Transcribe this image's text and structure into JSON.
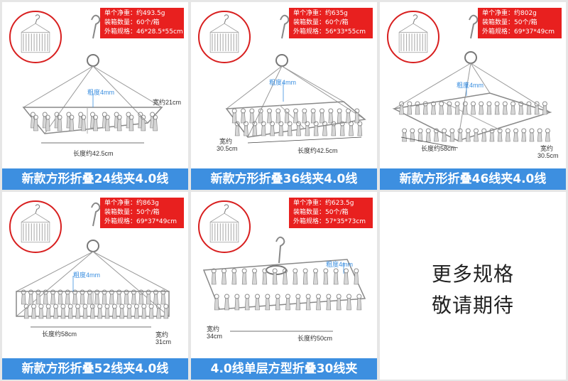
{
  "products": [
    {
      "title": "新款方形折叠24线夹4.0线",
      "specs": [
        "单个净重：约493.5g",
        "装箱数量：60个/箱",
        "外箱规格：46*28.5*55cm"
      ],
      "thickness": "粗度4mm",
      "length": "长度约42.5cm",
      "width_lines": [
        "宽约21cm"
      ]
    },
    {
      "title": "新款方形折叠36线夹4.0线",
      "specs": [
        "单个净重：约635g",
        "装箱数量：60个/箱",
        "外箱规格：56*33*55cm"
      ],
      "thickness": "粗度4mm",
      "length": "长度约42.5cm",
      "width_lines": [
        "宽约",
        "30.5cm"
      ]
    },
    {
      "title": "新款方形折叠46线夹4.0线",
      "specs": [
        "单个净重：约802g",
        "装箱数量：50个/箱",
        "外箱规格：69*37*49cm"
      ],
      "thickness": "粗度4mm",
      "length": "长度约58cm",
      "width_lines": [
        "宽约",
        "30.5cm"
      ]
    },
    {
      "title": "新款方形折叠52线夹4.0线",
      "specs": [
        "单个净重：约863g",
        "装箱数量：50个/箱",
        "外箱规格：69*37*49cm"
      ],
      "thickness": "粗度4mm",
      "length": "长度约58cm",
      "width_lines": [
        "宽约",
        "31cm"
      ]
    },
    {
      "title": "4.0线单层方型折叠30线夹",
      "specs": [
        "单个净重：约623.5g",
        "装箱数量：50个/箱",
        "外箱规格：57*35*73cm"
      ],
      "thickness": "粗度4mm",
      "length": "长度约50cm",
      "width_lines": [
        "宽约",
        "34cm"
      ]
    }
  ],
  "more": {
    "line1": "更多规格",
    "line2": "敬请期待"
  },
  "colors": {
    "banner": "#3d8fe0",
    "spec_box": "#e8201f",
    "thickness_label": "#3b8fe0",
    "thumb_ring": "#d81f1f"
  }
}
